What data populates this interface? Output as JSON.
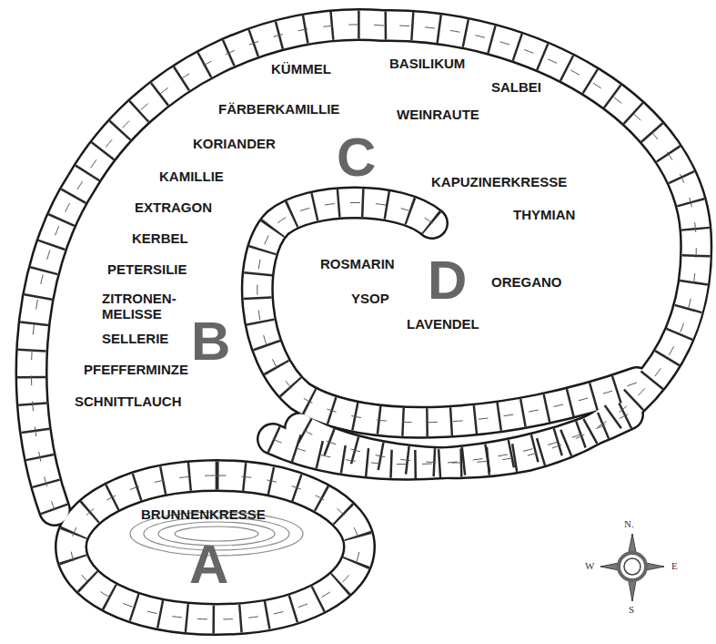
{
  "diagram": {
    "labels": [
      "KÜMMEL",
      "BASILIKUM",
      "SALBEI",
      "FÄRBERKAMILLIE",
      "WEINRAUTE",
      "KORIANDER",
      "C",
      "KAPUZINERKRESSE",
      "KAMILLIE",
      "THYMIAN",
      "EXTRAGON",
      "KERBEL",
      "ROSMARIN",
      "D",
      "OREGANO",
      "PETERSILIE",
      "YSOP",
      "ZITRONEN- MELISSE",
      "B",
      "SELLERIE",
      "LAVENDEL",
      "PFEFFERMINZE",
      "SCHNITTLAUCH",
      "BRUNNENKRESSE",
      "A",
      "N.",
      "W",
      "E",
      "S"
    ]
  }
}
